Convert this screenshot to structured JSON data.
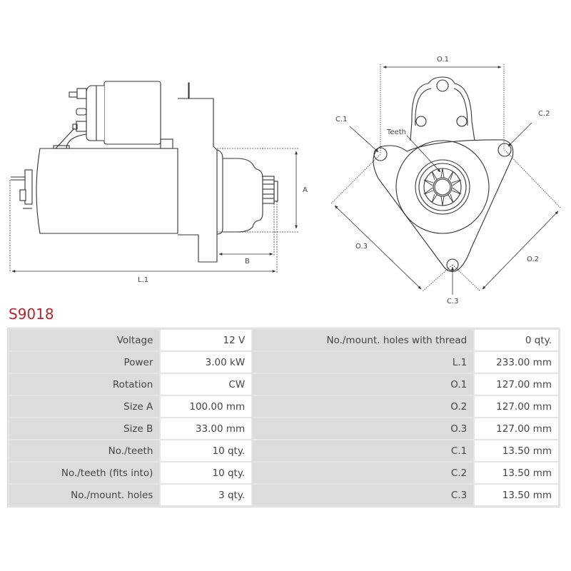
{
  "product": {
    "code": "S9018",
    "title_color": "#b0282e"
  },
  "diagram": {
    "side_view_labels": {
      "size_a": "A",
      "size_b": "B",
      "length": "L.1"
    },
    "front_view_labels": {
      "o1": "O.1",
      "o2": "O.2",
      "o3": "O.3",
      "c1": "C.1",
      "c2": "C.2",
      "c3": "C.3",
      "teeth": "Teeth"
    }
  },
  "specs": {
    "left": [
      {
        "label": "Voltage",
        "value": "12 V"
      },
      {
        "label": "Power",
        "value": "3.00 kW"
      },
      {
        "label": "Rotation",
        "value": "CW"
      },
      {
        "label": "Size A",
        "value": "100.00 mm"
      },
      {
        "label": "Size B",
        "value": "33.00 mm"
      },
      {
        "label": "No./teeth",
        "value": "10 qty."
      },
      {
        "label": "No./teeth (fits into)",
        "value": "10 qty."
      },
      {
        "label": "No./mount. holes",
        "value": "3 qty."
      }
    ],
    "right": [
      {
        "label": "No./mount. holes with thread",
        "value": "0 qty."
      },
      {
        "label": "L.1",
        "value": "233.00 mm"
      },
      {
        "label": "O.1",
        "value": "127.00 mm"
      },
      {
        "label": "O.2",
        "value": "127.00 mm"
      },
      {
        "label": "O.3",
        "value": "127.00 mm"
      },
      {
        "label": "C.1",
        "value": "13.50 mm"
      },
      {
        "label": "C.2",
        "value": "13.50 mm"
      },
      {
        "label": "C.3",
        "value": "13.50 mm"
      }
    ]
  }
}
